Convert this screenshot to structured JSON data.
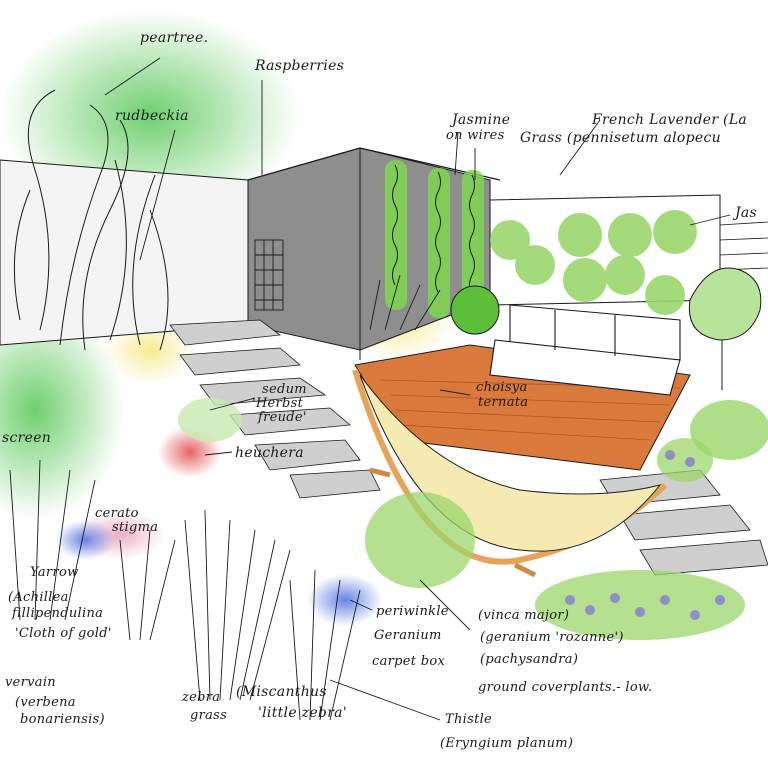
{
  "labels": {
    "peartree": "peartree.",
    "raspberries": "Raspberries",
    "rudbeckia": "rudbeckia",
    "jasmine_1": "Jasmine",
    "jasmine_2": "on wires",
    "french_lavender": "French Lavender (La",
    "grass": "Grass (pennisetum alopecu",
    "jas_right": "Jas",
    "sedum_1": "sedum",
    "sedum_2": "'Herbst",
    "sedum_3": "freude'",
    "heuchera": "heuchera",
    "choisya_1": "choisya",
    "choisya_2": "ternata",
    "screen": "screen",
    "cerato_1": "cerato",
    "cerato_2": "stigma",
    "yarrow": "Yarrow",
    "achillea_1": "(Achillea",
    "achillea_2": "fillipendulina",
    "achillea_3": "'Cloth of gold'",
    "vervain_1": "vervain",
    "vervain_2": "(verbena",
    "vervain_3": "bonariensis)",
    "zebra_1": "zebra",
    "zebra_2": "grass",
    "miscanthus_1": "(Miscanthus",
    "miscanthus_2": "'little zebra'",
    "periwinkle": "periwinkle",
    "geranium": "Geranium",
    "carpet_box": "carpet box",
    "vinca": "(vinca major)",
    "geranium_rozanne": "(geranium 'rozanne')",
    "pachysandra": "(pachysandra)",
    "ground_cover": "ground coverplants.- low.",
    "thistle": "Thistle",
    "eryngium": "(Eryngium planum)"
  },
  "colors": {
    "ink": "#1a1a1a",
    "wall": "#8e8e8e",
    "wall_dark": "#6f6f6f",
    "paving": "#cfcfcf",
    "deck": "#d97a3c",
    "hammock": "#f6eab3",
    "hammock_frame": "#e8a35a",
    "green_wash": "#4fc24f",
    "light_green": "#9bd66b",
    "red_heuchera": "#e0484a",
    "blue_agapanthus": "#4f6ee0",
    "lavender_dots": "#8e8ec8",
    "yellow_wash": "#f4e67a"
  },
  "icons": [
    "peartree-sketch",
    "hammock",
    "sofa",
    "trellis",
    "topiary-ball",
    "shrub-balls"
  ]
}
